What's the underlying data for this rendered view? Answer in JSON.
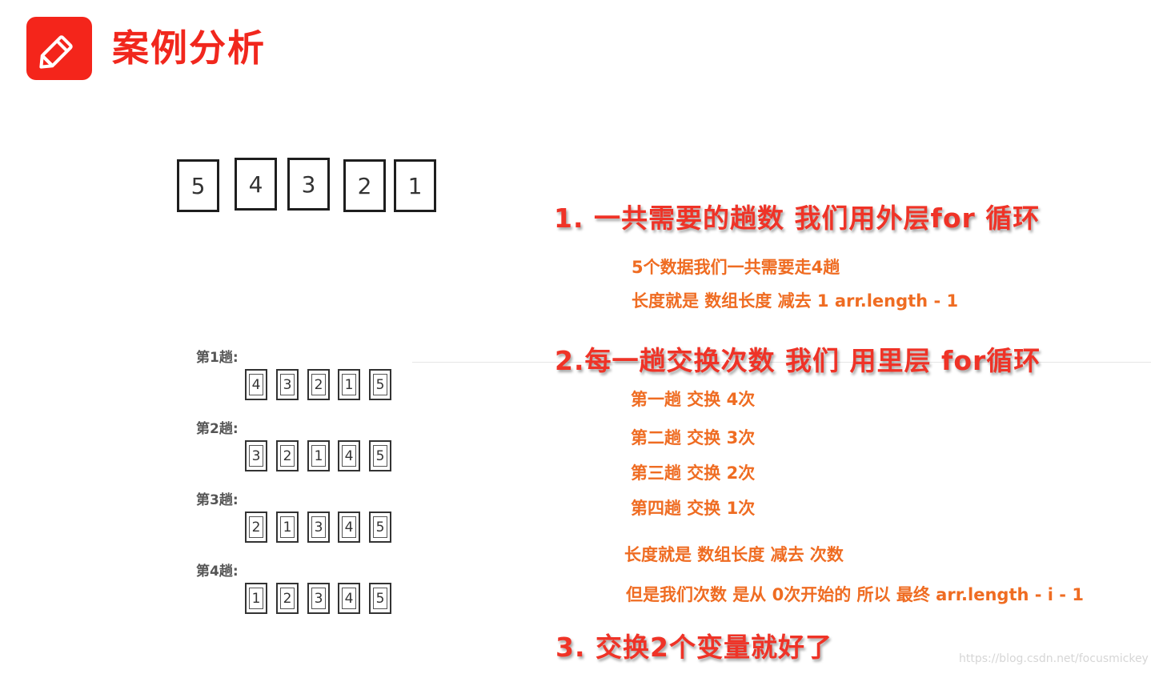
{
  "header": {
    "icon": "pencil-icon",
    "title": "案例分析"
  },
  "initial_array": [
    "5",
    "4",
    "3",
    "2",
    "1"
  ],
  "passes": [
    {
      "label": "第1趟:",
      "values": [
        "4",
        "3",
        "2",
        "1",
        "5"
      ]
    },
    {
      "label": "第2趟:",
      "values": [
        "3",
        "2",
        "1",
        "4",
        "5"
      ]
    },
    {
      "label": "第3趟:",
      "values": [
        "2",
        "1",
        "3",
        "4",
        "5"
      ]
    },
    {
      "label": "第4趟:",
      "values": [
        "1",
        "2",
        "3",
        "4",
        "5"
      ]
    }
  ],
  "annotations": {
    "point1": {
      "heading": "1. 一共需要的趟数 我们用外层for 循环",
      "notes": [
        "5个数据我们一共需要走4趟",
        "长度就是 数组长度 减去 1   arr.length - 1"
      ]
    },
    "point2": {
      "heading": "2.每一趟交换次数 我们 用里层 for循环",
      "notes": [
        "第一趟 交换 4次",
        "第二趟 交换 3次",
        "第三趟 交换 2次",
        "第四趟 交换 1次",
        "长度就是 数组长度 减去 次数",
        "但是我们次数 是从 0次开始的   所以  最终  arr.length - i - 1"
      ]
    },
    "point3": {
      "heading": "3. 交换2个变量就好了"
    }
  },
  "watermark": "https://blog.csdn.net/focusmickey",
  "colors": {
    "logo": "#f4251b",
    "title": "#f1271d",
    "heading": "#ef3327",
    "note": "#ef6c22"
  }
}
